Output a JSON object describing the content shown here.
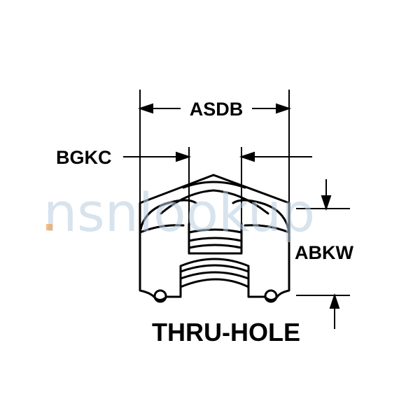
{
  "labels": {
    "top_dimension": "ASDB",
    "left_dimension": "BGKC",
    "right_dimension": "ABKW",
    "caption": "THRU-HOLE"
  },
  "watermark": {
    "text": "nsnlookup"
  },
  "colors": {
    "ink": "#000000",
    "background": "#ffffff",
    "watermark": "#b8cde0",
    "watermark_accent": "#f0a050"
  }
}
